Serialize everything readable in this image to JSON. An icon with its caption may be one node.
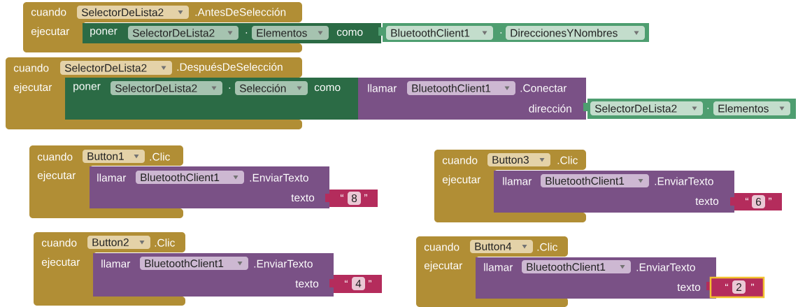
{
  "diagram": {
    "nodes": [
      {
        "text": [
          "cuando",
          ".AntesDeSelección",
          "ejecutar"
        ]
      },
      {
        "text": [
          "SelectorDeLista2"
        ],
        "in": 0
      },
      {
        "text": [
          "poner",
          ".",
          "como"
        ]
      },
      {
        "text": [
          "SelectorDeLista2"
        ],
        "in": 2
      },
      {
        "text": [
          "Elementos"
        ],
        "in": 2
      },
      {
        "text": [
          "."
        ]
      },
      {
        "text": [
          "BluetoothClient1"
        ],
        "in": 5
      },
      {
        "text": [
          "DireccionesYNombres"
        ],
        "in": 5
      },
      {
        "text": [
          "cuando",
          ".DespuésDeSelección",
          "ejecutar"
        ]
      },
      {
        "text": [
          "SelectorDeLista2"
        ],
        "in": 8
      },
      {
        "text": [
          "poner",
          ".",
          "como"
        ]
      },
      {
        "text": [
          "SelectorDeLista2"
        ],
        "in": 10
      },
      {
        "text": [
          "Selección"
        ],
        "in": 10
      },
      {
        "text": [
          "llamar",
          ".Conectar",
          "dirección"
        ]
      },
      {
        "text": [
          "BluetoothClient1"
        ],
        "in": 13
      },
      {
        "text": [
          "."
        ]
      },
      {
        "text": [
          "SelectorDeLista2"
        ],
        "in": 15
      },
      {
        "text": [
          "Elementos"
        ],
        "in": 15
      },
      {
        "text": [
          "cuando",
          ".Clic",
          "ejecutar"
        ]
      },
      {
        "text": [
          "Button1"
        ],
        "in": 18
      },
      {
        "text": [
          "llamar",
          ".EnviarTexto",
          "texto"
        ]
      },
      {
        "text": [
          "BluetoothClient1"
        ],
        "in": 20
      },
      {
        "text": [
          "“",
          "”"
        ]
      },
      {
        "text": [
          "8"
        ],
        "in": 22
      },
      {
        "text": [
          "cuando",
          ".Clic",
          "ejecutar"
        ]
      },
      {
        "text": [
          "Button3"
        ],
        "in": 24
      },
      {
        "text": [
          "llamar",
          ".EnviarTexto",
          "texto"
        ]
      },
      {
        "text": [
          "BluetoothClient1"
        ],
        "in": 26
      },
      {
        "text": [
          "“",
          "”"
        ]
      },
      {
        "text": [
          "6"
        ],
        "in": 28
      },
      {
        "text": [
          "cuando",
          ".Clic",
          "ejecutar"
        ]
      },
      {
        "text": [
          "Button2"
        ],
        "in": 30
      },
      {
        "text": [
          "llamar",
          ".EnviarTexto",
          "texto"
        ]
      },
      {
        "text": [
          "BluetoothClient1"
        ],
        "in": 32
      },
      {
        "text": [
          "“",
          "”"
        ]
      },
      {
        "text": [
          "4"
        ],
        "in": 34
      },
      {
        "text": [
          "cuando",
          ".Clic",
          "ejecutar"
        ]
      },
      {
        "text": [
          "Button4"
        ],
        "in": 36
      },
      {
        "text": [
          "llamar",
          ".EnviarTexto",
          "texto"
        ]
      },
      {
        "text": [
          "BluetoothClient1"
        ],
        "in": 38
      },
      {
        "text": [
          "“",
          "”"
        ]
      },
      {
        "text": [
          "2"
        ],
        "in": 40
      }
    ]
  }
}
